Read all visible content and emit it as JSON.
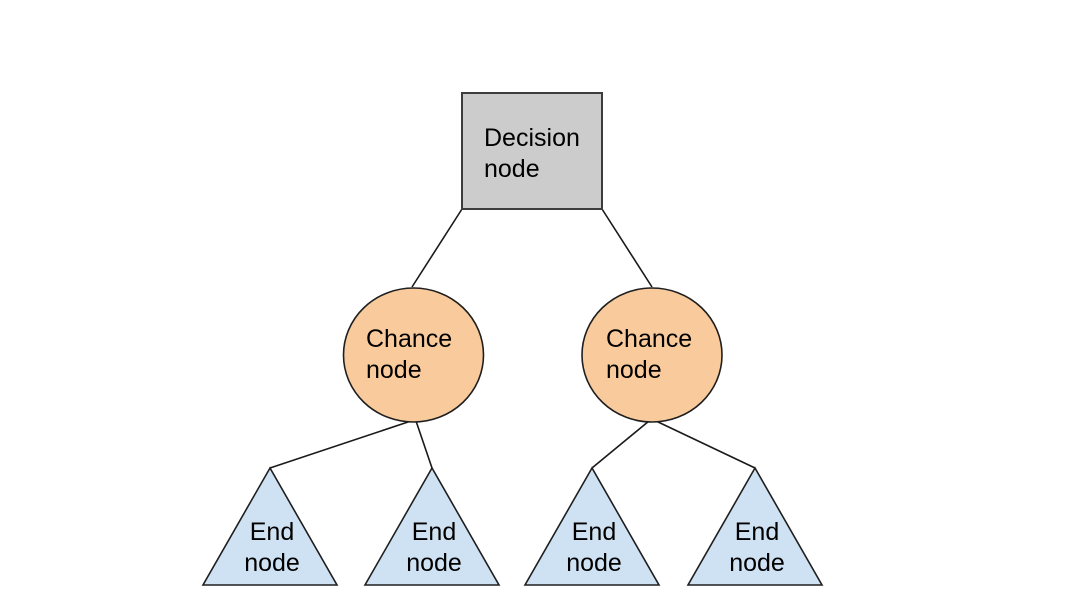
{
  "colors": {
    "background": "#ffffff",
    "decision_fill": "#cccccc",
    "chance_fill": "#f9cb9c",
    "end_fill": "#cfe2f3",
    "outline": "#1a1a1a"
  },
  "nodes": {
    "decision": {
      "shape": "square",
      "label": "Decision node",
      "line1": "Decision",
      "line2": "node"
    },
    "chance_left": {
      "shape": "circle",
      "label": "Chance node",
      "line1": "Chance",
      "line2": "node"
    },
    "chance_right": {
      "shape": "circle",
      "label": "Chance node",
      "line1": "Chance",
      "line2": "node"
    },
    "end_1": {
      "shape": "triangle",
      "label": "End node",
      "line1": "End",
      "line2": "node"
    },
    "end_2": {
      "shape": "triangle",
      "label": "End node",
      "line1": "End",
      "line2": "node"
    },
    "end_3": {
      "shape": "triangle",
      "label": "End node",
      "line1": "End",
      "line2": "node"
    },
    "end_4": {
      "shape": "triangle",
      "label": "End node",
      "line1": "End",
      "line2": "node"
    }
  }
}
